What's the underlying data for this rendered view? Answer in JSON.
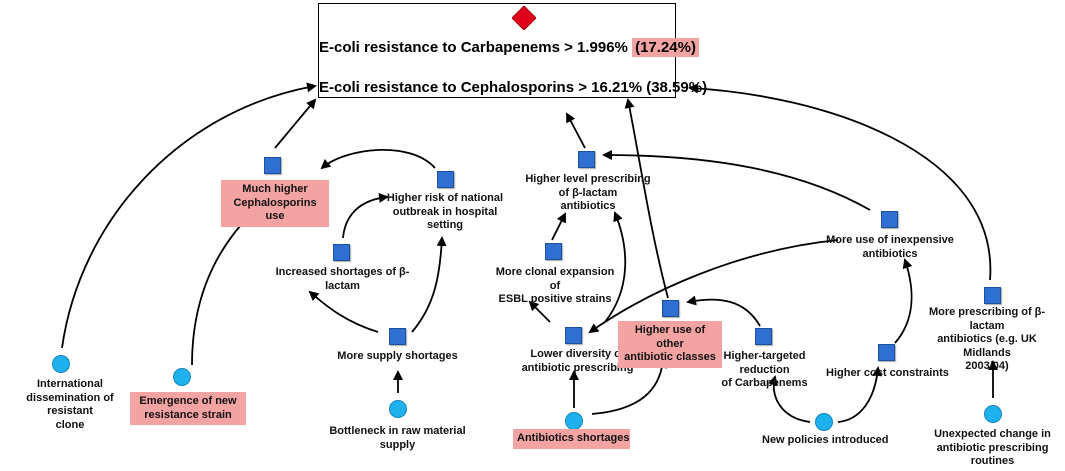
{
  "title": {
    "line1_prefix": "E-coli resistance to Carbapenems > 1.996%",
    "line1_highlight": "(17.24%)",
    "separator": "|",
    "line2": "E-coli resistance to Cephalosporins > 16.21% (38.59%)"
  },
  "nodes": {
    "international": "International\ndissemination of resistant\nclone",
    "emergence": "Emergence of new\nresistance strain",
    "much_higher_ceph": "Much higher\nCephalosporins use",
    "higher_risk": "Higher risk of national\noutbreak in hospital\nsetting",
    "increased_shortages": "Increased shortages of β-\nlactam",
    "more_supply": "More supply shortages",
    "bottleneck": "Bottleneck in raw material\nsupply",
    "higher_level_prescribing": "Higher level prescribing\nof β-lactam\nantibiotics",
    "clonal_expansion": "More clonal expansion of\nESBL positive strains",
    "lower_diversity": "Lower diversity of\nantibiotic prescribing",
    "antibiotics_shortages": "Antibiotics shortages",
    "higher_use_other": "Higher use of other\nantibiotic classes",
    "targeted_reduction": "Higher-targeted reduction\nof Carbapenems",
    "new_policies": "New policies introduced",
    "inexpensive": "More use of inexpensive\nantibiotics",
    "higher_cost": "Higher cost constraints",
    "more_prescribing_uk": "More prescribing of β-lactam\nantibiotics (e.g. UK Midlands\n2003/04)",
    "unexpected_change": "Unexpected change in\nantibiotic prescribing\nroutines"
  },
  "colors": {
    "highlight": "#f4a3a3",
    "square": "#2e6fd1",
    "circle": "#1fb1ee",
    "diamond": "#e0001b",
    "arrow": "#000000"
  }
}
